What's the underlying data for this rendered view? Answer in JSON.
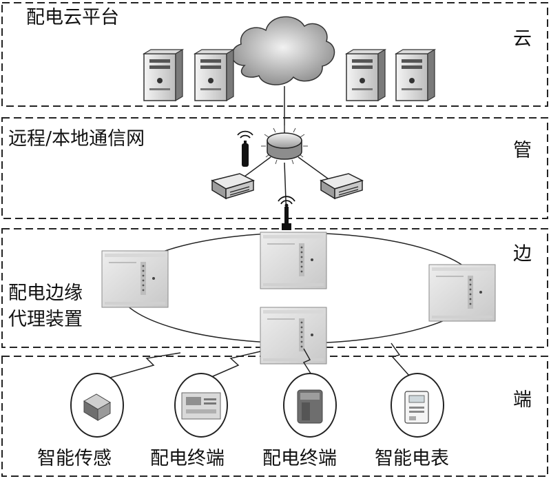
{
  "layers": [
    {
      "id": "cloud",
      "title": "配电云平台",
      "tag": "云"
    },
    {
      "id": "pipe",
      "title": "远程/本地通信网",
      "tag": "管"
    },
    {
      "id": "edge",
      "title_line1": "配电边缘",
      "title_line2": "代理装置",
      "tag": "边"
    },
    {
      "id": "end",
      "tag": "端"
    }
  ],
  "devices": [
    {
      "label": "智能传感"
    },
    {
      "label": "配电终端"
    },
    {
      "label": "配电终端"
    },
    {
      "label": "智能电表"
    }
  ]
}
